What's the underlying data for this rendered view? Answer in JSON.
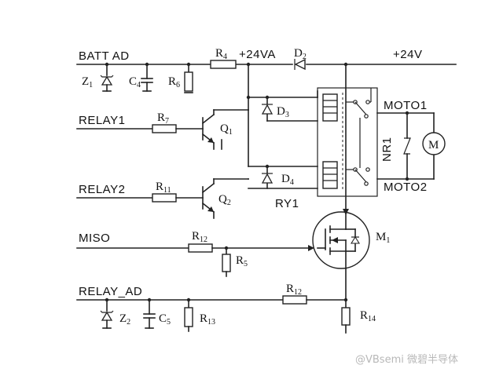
{
  "nets": {
    "batt_ad": "BATT AD",
    "relay1": "RELAY1",
    "relay2": "RELAY2",
    "miso": "MISO",
    "relay_ad": "RELAY_AD",
    "v24a": "+24VA",
    "v24": "+24V",
    "moto1": "MOTO1",
    "moto2": "MOTO2"
  },
  "parts": {
    "r4": {
      "base": "R",
      "sub": "4"
    },
    "r6": {
      "base": "R",
      "sub": "6"
    },
    "r7": {
      "base": "R",
      "sub": "7"
    },
    "r11": {
      "base": "R",
      "sub": "11"
    },
    "r12a": {
      "base": "R",
      "sub": "12"
    },
    "r12b": {
      "base": "R",
      "sub": "12"
    },
    "r5": {
      "base": "R",
      "sub": "5"
    },
    "r13": {
      "base": "R",
      "sub": "13"
    },
    "r14": {
      "base": "R",
      "sub": "14"
    },
    "z1": {
      "base": "Z",
      "sub": "1"
    },
    "z2": {
      "base": "Z",
      "sub": "2"
    },
    "c4": {
      "base": "C",
      "sub": "4"
    },
    "c5": {
      "base": "C",
      "sub": "5"
    },
    "d2": {
      "base": "D",
      "sub": "2"
    },
    "d3": {
      "base": "D",
      "sub": "3"
    },
    "d4": {
      "base": "D",
      "sub": "4"
    },
    "q1": {
      "base": "Q",
      "sub": "1"
    },
    "q2": {
      "base": "Q",
      "sub": "2"
    },
    "m1": {
      "base": "M",
      "sub": "1"
    },
    "ry1": "RY1",
    "nr1": "NR1",
    "motor": "M"
  },
  "watermark": "@VBsemi 微碧半导体"
}
